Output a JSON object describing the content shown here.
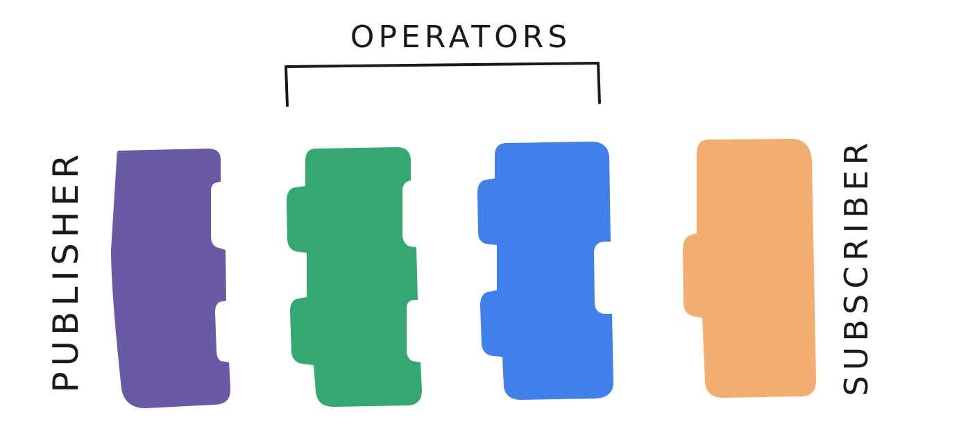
{
  "labels": {
    "operators": "OPERATORS",
    "publisher": "PUBLISHER",
    "subscriber": "SUBSCRIBER"
  },
  "blocks": [
    {
      "role": "publisher",
      "color": "#6a59a5"
    },
    {
      "role": "operator-1",
      "color": "#34a870"
    },
    {
      "role": "operator-2",
      "color": "#3f80ea"
    },
    {
      "role": "subscriber",
      "color": "#f2ae6e"
    }
  ]
}
